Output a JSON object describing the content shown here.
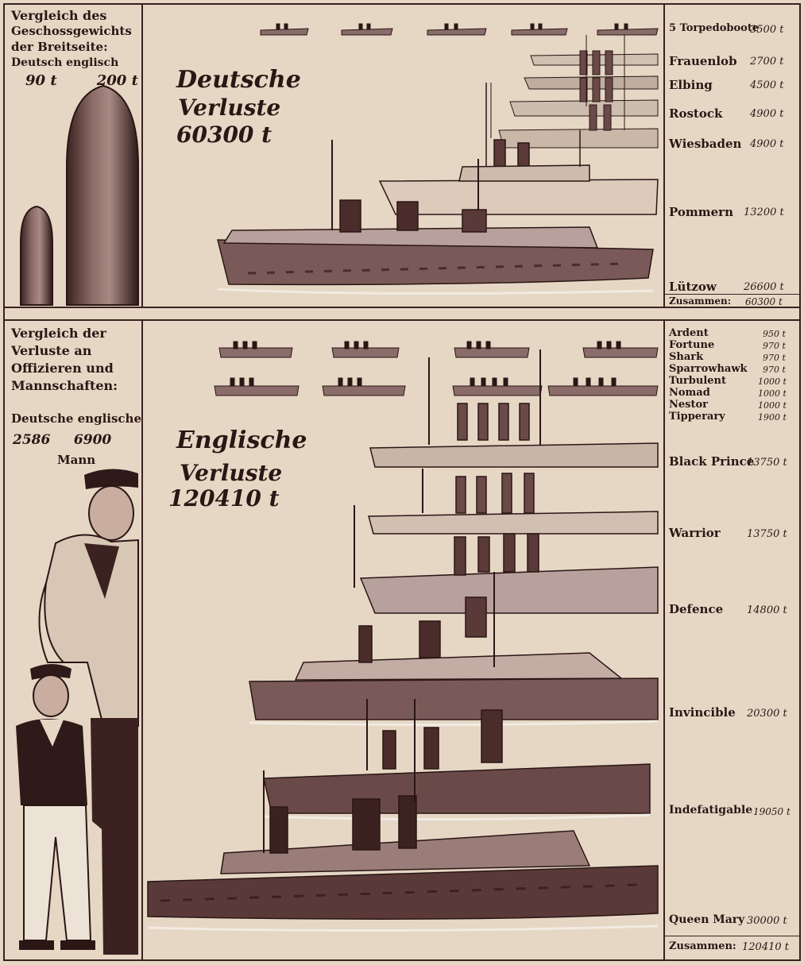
{
  "top_left": {
    "title": "Vergleich des Geschossgewichts der Breitseite:",
    "title_lines": [
      "Vergleich des",
      "Geschossgewichts",
      "der Breitseite:"
    ],
    "labels_line": "Deutsch englisch",
    "values_line": "90 t        200 t"
  },
  "bottom_left": {
    "title_lines": [
      "Vergleich der",
      "Verluste an",
      "Offizieren und",
      "Mannschaften:"
    ],
    "labels_line": "Deutsche englische",
    "values_line": "2586     6900",
    "unit": "Mann"
  },
  "german": {
    "heading_line1": "Deutsche",
    "heading_line2": "Verluste",
    "heading_total": "60300 t",
    "ships": [
      {
        "name": "5 Torpedoboote",
        "tons": "3500 t"
      },
      {
        "name": "Frauenlob",
        "tons": "2700 t"
      },
      {
        "name": "Elbing",
        "tons": "4500 t"
      },
      {
        "name": "Rostock",
        "tons": "4900 t"
      },
      {
        "name": "Wiesbaden",
        "tons": "4900 t"
      },
      {
        "name": "Pommern",
        "tons": "13200 t"
      },
      {
        "name": "Lützow",
        "tons": "26600 t"
      }
    ],
    "total_label": "Zusammen:",
    "total_tons": "60300 t"
  },
  "english": {
    "heading_line1": "Englische",
    "heading_line2": "Verluste",
    "heading_total": "120410 t",
    "small_ships": [
      {
        "name": "Ardent",
        "tons": "950 t"
      },
      {
        "name": "Fortune",
        "tons": "970 t"
      },
      {
        "name": "Shark",
        "tons": "970 t"
      },
      {
        "name": "Sparrowhawk",
        "tons": "970 t"
      },
      {
        "name": "Turbulent",
        "tons": "1000 t"
      },
      {
        "name": "Nomad",
        "tons": "1000 t"
      },
      {
        "name": "Nestor",
        "tons": "1000 t"
      },
      {
        "name": "Tipperary",
        "tons": "1900 t"
      }
    ],
    "ships": [
      {
        "name": "Black Prince",
        "tons": "13750 t"
      },
      {
        "name": "Warrior",
        "tons": "13750 t"
      },
      {
        "name": "Defence",
        "tons": "14800 t"
      },
      {
        "name": "Invincible",
        "tons": "20300 t"
      },
      {
        "name": "Indefatigable",
        "tons": "19050 t"
      },
      {
        "name": "Queen Mary",
        "tons": "30000 t"
      }
    ],
    "total_label": "Zusammen:",
    "total_tons": "120410 t"
  },
  "colors": {
    "ink": "#2a1614",
    "paper": "#e6d7c5",
    "ship": "#7a5a58",
    "ship_light": "#b8a09c",
    "ship_dark": "#4a2c2a"
  }
}
